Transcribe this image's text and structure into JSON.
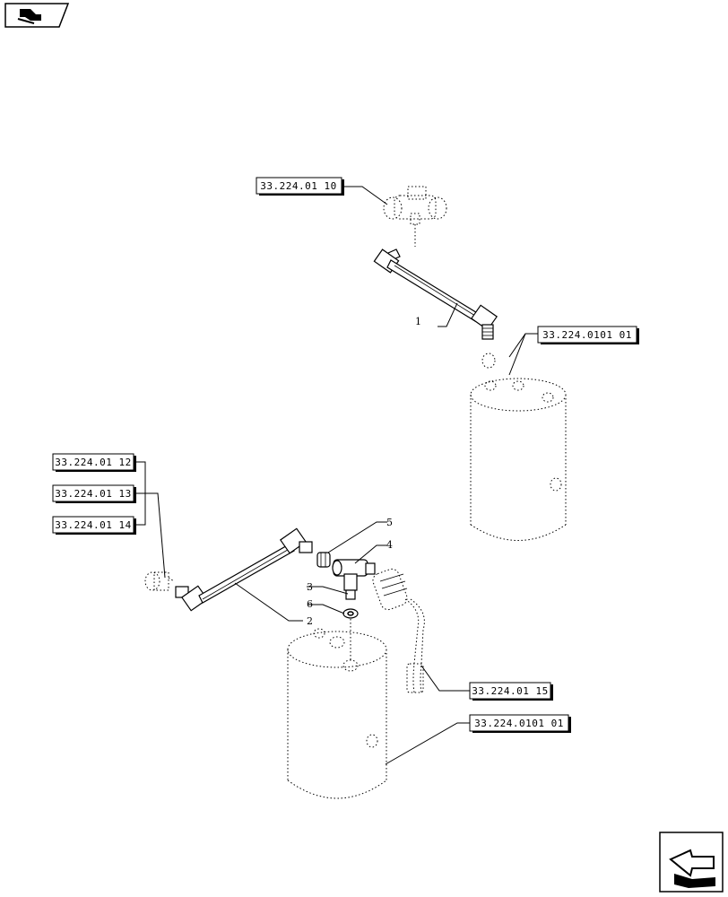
{
  "references": {
    "top_valve": "33.224.01 10",
    "top_tank": "33.224.0101 01",
    "left_a": "33.224.01 12",
    "left_b": "33.224.01 13",
    "left_c": "33.224.01 14",
    "connector": "33.224.01 15",
    "bottom_tank": "33.224.0101 01"
  },
  "callouts": {
    "c1": "1",
    "c2": "2",
    "c3": "3",
    "c4": "4",
    "c5": "5",
    "c6": "6"
  },
  "icons": {
    "top_left": "book-forward-icon",
    "bottom_right": "next-page-arrow-icon"
  }
}
